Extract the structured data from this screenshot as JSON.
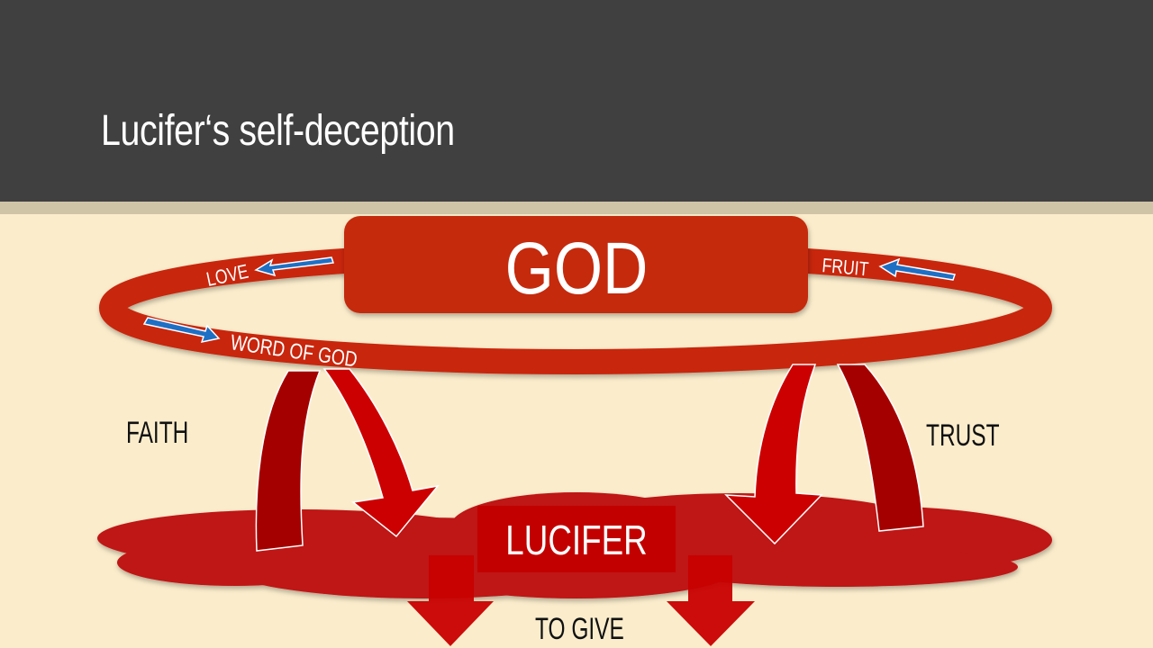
{
  "slide": {
    "title": "Lucifer‘s self-deception"
  },
  "diagram": {
    "god_label": "GOD",
    "lucifer_label": "LUCIFER",
    "ring_labels": {
      "love": "LOVE",
      "fruit": "FRUIT",
      "word": "WORD OF GOD"
    },
    "side_labels": {
      "faith": "FAITH",
      "trust": "TRUST",
      "give": "TO GIVE"
    },
    "colors": {
      "header": "#404040",
      "background": "#fbedcc",
      "ring": "#c8260a",
      "cloud": "#bf1313",
      "arrow_blue": "#1f6fc4"
    }
  }
}
